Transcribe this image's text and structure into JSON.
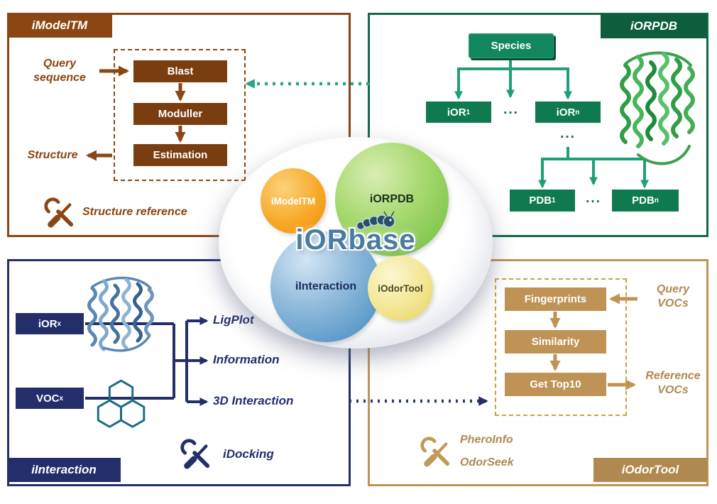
{
  "colors": {
    "imodeltm_brown": "#8A4613",
    "iorpdb_green": "#0F6B46",
    "teal_arrow": "#2EA186",
    "iinteraction_navy": "#232E6B",
    "iodortool_tan": "#BE9355",
    "gold_dashed": "#C9A23F",
    "center_title_blue": "#4A7CA1"
  },
  "imodeltm": {
    "label": "iModelTM",
    "query_line1": "Query",
    "query_line2": "sequence",
    "steps": [
      "Blast",
      "Moduller",
      "Estimation"
    ],
    "structure": "Structure",
    "structure_reference": "Structure reference"
  },
  "iorpdb": {
    "label": "iORPDB",
    "species": "Species",
    "ior1": {
      "base": "iOR",
      "sub": "1"
    },
    "iorn": {
      "base": "iOR",
      "sub": "n"
    },
    "pdb1": {
      "base": "PDB",
      "sub": "1"
    },
    "pdbn": {
      "base": "PDB",
      "sub": "n"
    },
    "ellipsis": "..."
  },
  "iinteraction": {
    "label": "iInteraction",
    "iorx": {
      "base": "iOR",
      "sub": "x"
    },
    "vocx": {
      "base": "VOC",
      "sub": "x"
    },
    "outputs": [
      "LigPlot",
      "Information",
      "3D Interaction"
    ],
    "idocking": "iDocking"
  },
  "iodortool": {
    "label": "iOdorTool",
    "steps": [
      "Fingerprints",
      "Similarity",
      "Get Top10"
    ],
    "query_line1": "Query",
    "query_line2": "VOCs",
    "reference_line1": "Reference",
    "reference_line2": "VOCs",
    "tools": [
      "PheroInfo",
      "OdorSeek"
    ]
  },
  "center": {
    "title": "iORbase",
    "bubble_imodeltm": "iModelTM",
    "bubble_iorpdb": "iORPDB",
    "bubble_iinteraction": "iInteraction",
    "bubble_iodortool": "iOdorTool"
  }
}
